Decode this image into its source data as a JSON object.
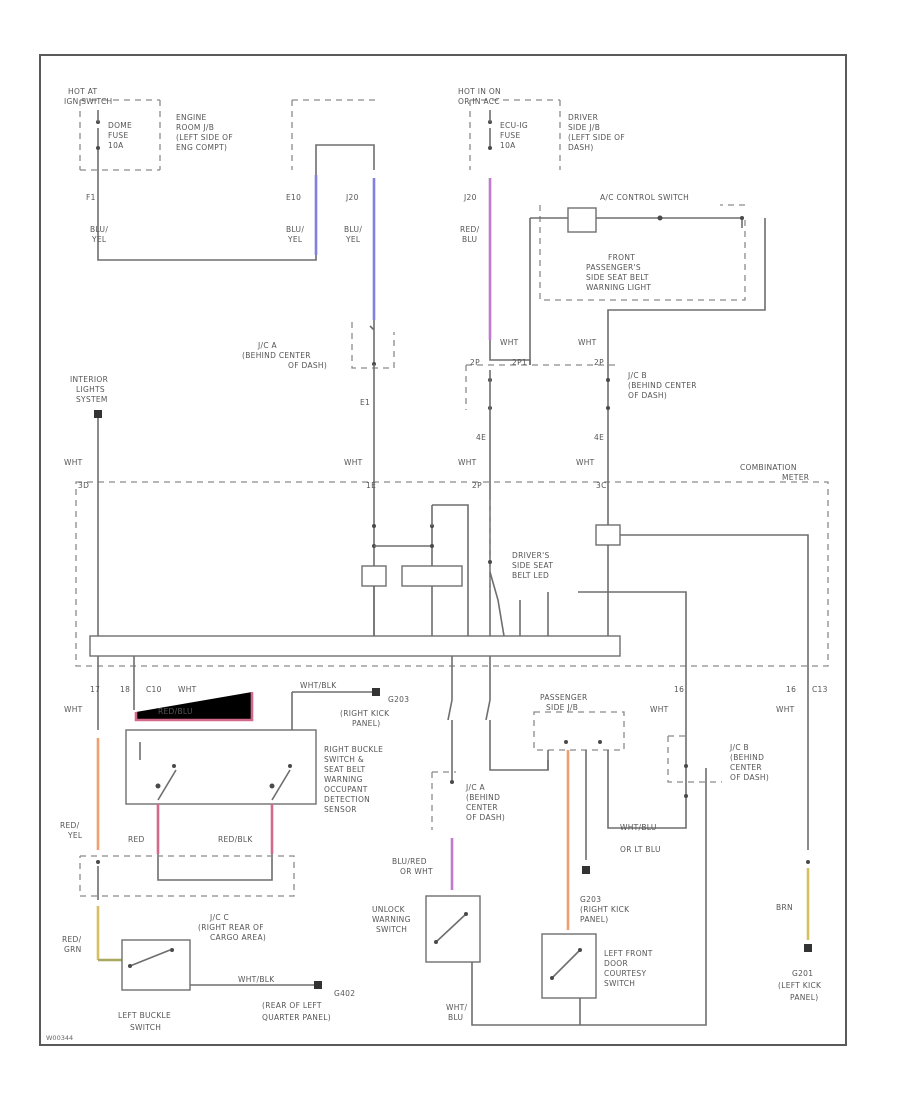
{
  "labels": {
    "hot_at_1": "HOT AT",
    "hot_at_2": "IGN SWITCH",
    "engine_jb_1": "ENGINE",
    "engine_jb_2": "ROOM J/B",
    "engine_jb_3": "(LEFT SIDE OF",
    "engine_jb_4": "ENG COMPT)",
    "dome_fuse_1": "DOME",
    "dome_fuse_2": "FUSE",
    "dome_fuse_3": "10A",
    "hot_acc_1": "HOT IN ON",
    "hot_acc_2": "OR IN ACC",
    "driver_jb_1": "DRIVER",
    "driver_jb_2": "SIDE J/B",
    "driver_jb_3": "(LEFT SIDE OF",
    "driver_jb_4": "DASH)",
    "ecuig_fuse_1": "ECU-IG",
    "ecuig_fuse_2": "FUSE",
    "ecuig_fuse_3": "10A",
    "pin_f1": "F1",
    "pin_e10": "E10",
    "pin_j20": "J20",
    "pin_j20b": "J20",
    "wire_blu_yel_1a": "BLU/",
    "wire_blu_yel_1b": "YEL",
    "wire_blu_yel_2a": "BLU/",
    "wire_blu_yel_2b": "YEL",
    "wire_blu_yel_3a": "BLU/",
    "wire_blu_yel_3b": "YEL",
    "wire_red_blu_a": "RED/",
    "wire_red_blu_b": "BLU",
    "ac_switch": "A/C CONTROL SWITCH",
    "front_pass_1": "FRONT",
    "front_pass_2": "PASSENGER'S",
    "front_pass_3": "SIDE SEAT BELT",
    "front_pass_4": "WARNING LIGHT",
    "jc_a_1": "J/C A",
    "jc_a_2": "(BEHIND CENTER",
    "jc_a_3": "OF DASH)",
    "jc_b_1": "J/C B",
    "jc_b_2": "(BEHIND CENTER",
    "jc_b_3": "OF DASH)",
    "wht_1": "WHT",
    "wht_2": "WHT",
    "wht_3": "WHT",
    "wht_4": "WHT",
    "wht_5": "WHT",
    "wht_6": "WHT",
    "wht_7": "WHT",
    "interior_1": "INTERIOR",
    "interior_2": "LIGHTS",
    "interior_3": "SYSTEM",
    "combo_1": "COMBINATION",
    "combo_2": "METER",
    "driver_belt_1": "DRIVER'S",
    "driver_belt_2": "SIDE SEAT",
    "driver_belt_3": "BELT LED",
    "right_kick_1": "G203",
    "right_kick_2": "(RIGHT KICK",
    "right_kick_3": "PANEL)",
    "wht_blk": "WHT/BLK",
    "right_buckle_1": "RIGHT BUCKLE",
    "right_buckle_2": "SWITCH &",
    "right_buckle_3": "SEAT BELT",
    "right_buckle_4": "WARNING",
    "right_buckle_5": "OCCUPANT",
    "right_buckle_6": "DETECTION",
    "right_buckle_7": "SENSOR",
    "passenger_jb_1": "PASSENGER",
    "passenger_jb_2": "SIDE J/B",
    "jc_a2_1": "J/C A",
    "jc_a2_2": "(BEHIND",
    "jc_a2_3": "CENTER",
    "jc_a2_4": "OF DASH)",
    "jc_b2_1": "J/C B",
    "jc_b2_2": "(BEHIND",
    "jc_b2_3": "CENTER",
    "jc_b2_4": "OF DASH)",
    "wht_blu": "WHT/BLU",
    "lt_blu": "OR LT BLU",
    "red_yel_a": "RED/",
    "red_yel_b": "YEL",
    "red_1": "RED",
    "red_2": "RED/BLK",
    "blu_red_1": "BLU/RED",
    "blu_red_2": "OR WHT",
    "jc_c_1": "J/C C",
    "jc_c_2": "(RIGHT REAR OF",
    "jc_c_3": "CARGO AREA)",
    "unlock_1": "UNLOCK",
    "unlock_2": "WARNING",
    "unlock_3": "SWITCH",
    "g203b_1": "G203",
    "g203b_2": "(RIGHT KICK",
    "g203b_3": "PANEL)",
    "left_front_1": "LEFT FRONT",
    "left_front_2": "DOOR",
    "left_front_3": "COURTESY",
    "left_front_4": "SWITCH",
    "red_grn_a": "RED/",
    "red_grn_b": "GRN",
    "left_buckle_1": "LEFT BUCKLE",
    "left_buckle_2": "SWITCH",
    "g402_1": "G402",
    "g402_2": "(REAR OF LEFT",
    "g402_3": "QUARTER PANEL)",
    "wht_blu2": "WHT/BLK",
    "wht_blu3_a": "WHT/",
    "wht_blu3_b": "BLU",
    "g201_1": "G201",
    "g201_2": "(LEFT KICK",
    "g201_3": "PANEL)",
    "brn": "BRN",
    "pin_c10": "C10",
    "pin_c13": "C13",
    "figure_id": "W00344"
  }
}
